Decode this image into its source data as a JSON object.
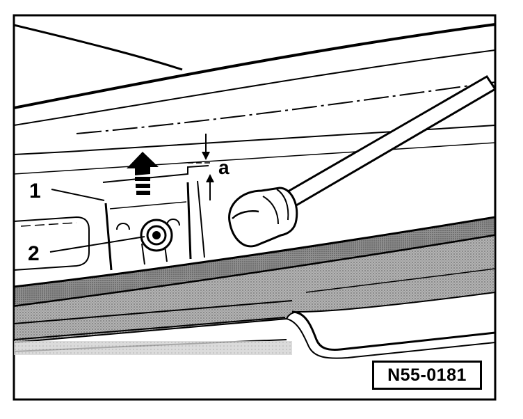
{
  "callouts": {
    "label_1": "1",
    "label_2": "2",
    "dimension_a": "a"
  },
  "reference_code": "N55-0181",
  "colors": {
    "ink": "#000000",
    "paper": "#ffffff",
    "shade": "#9a9a9a"
  }
}
